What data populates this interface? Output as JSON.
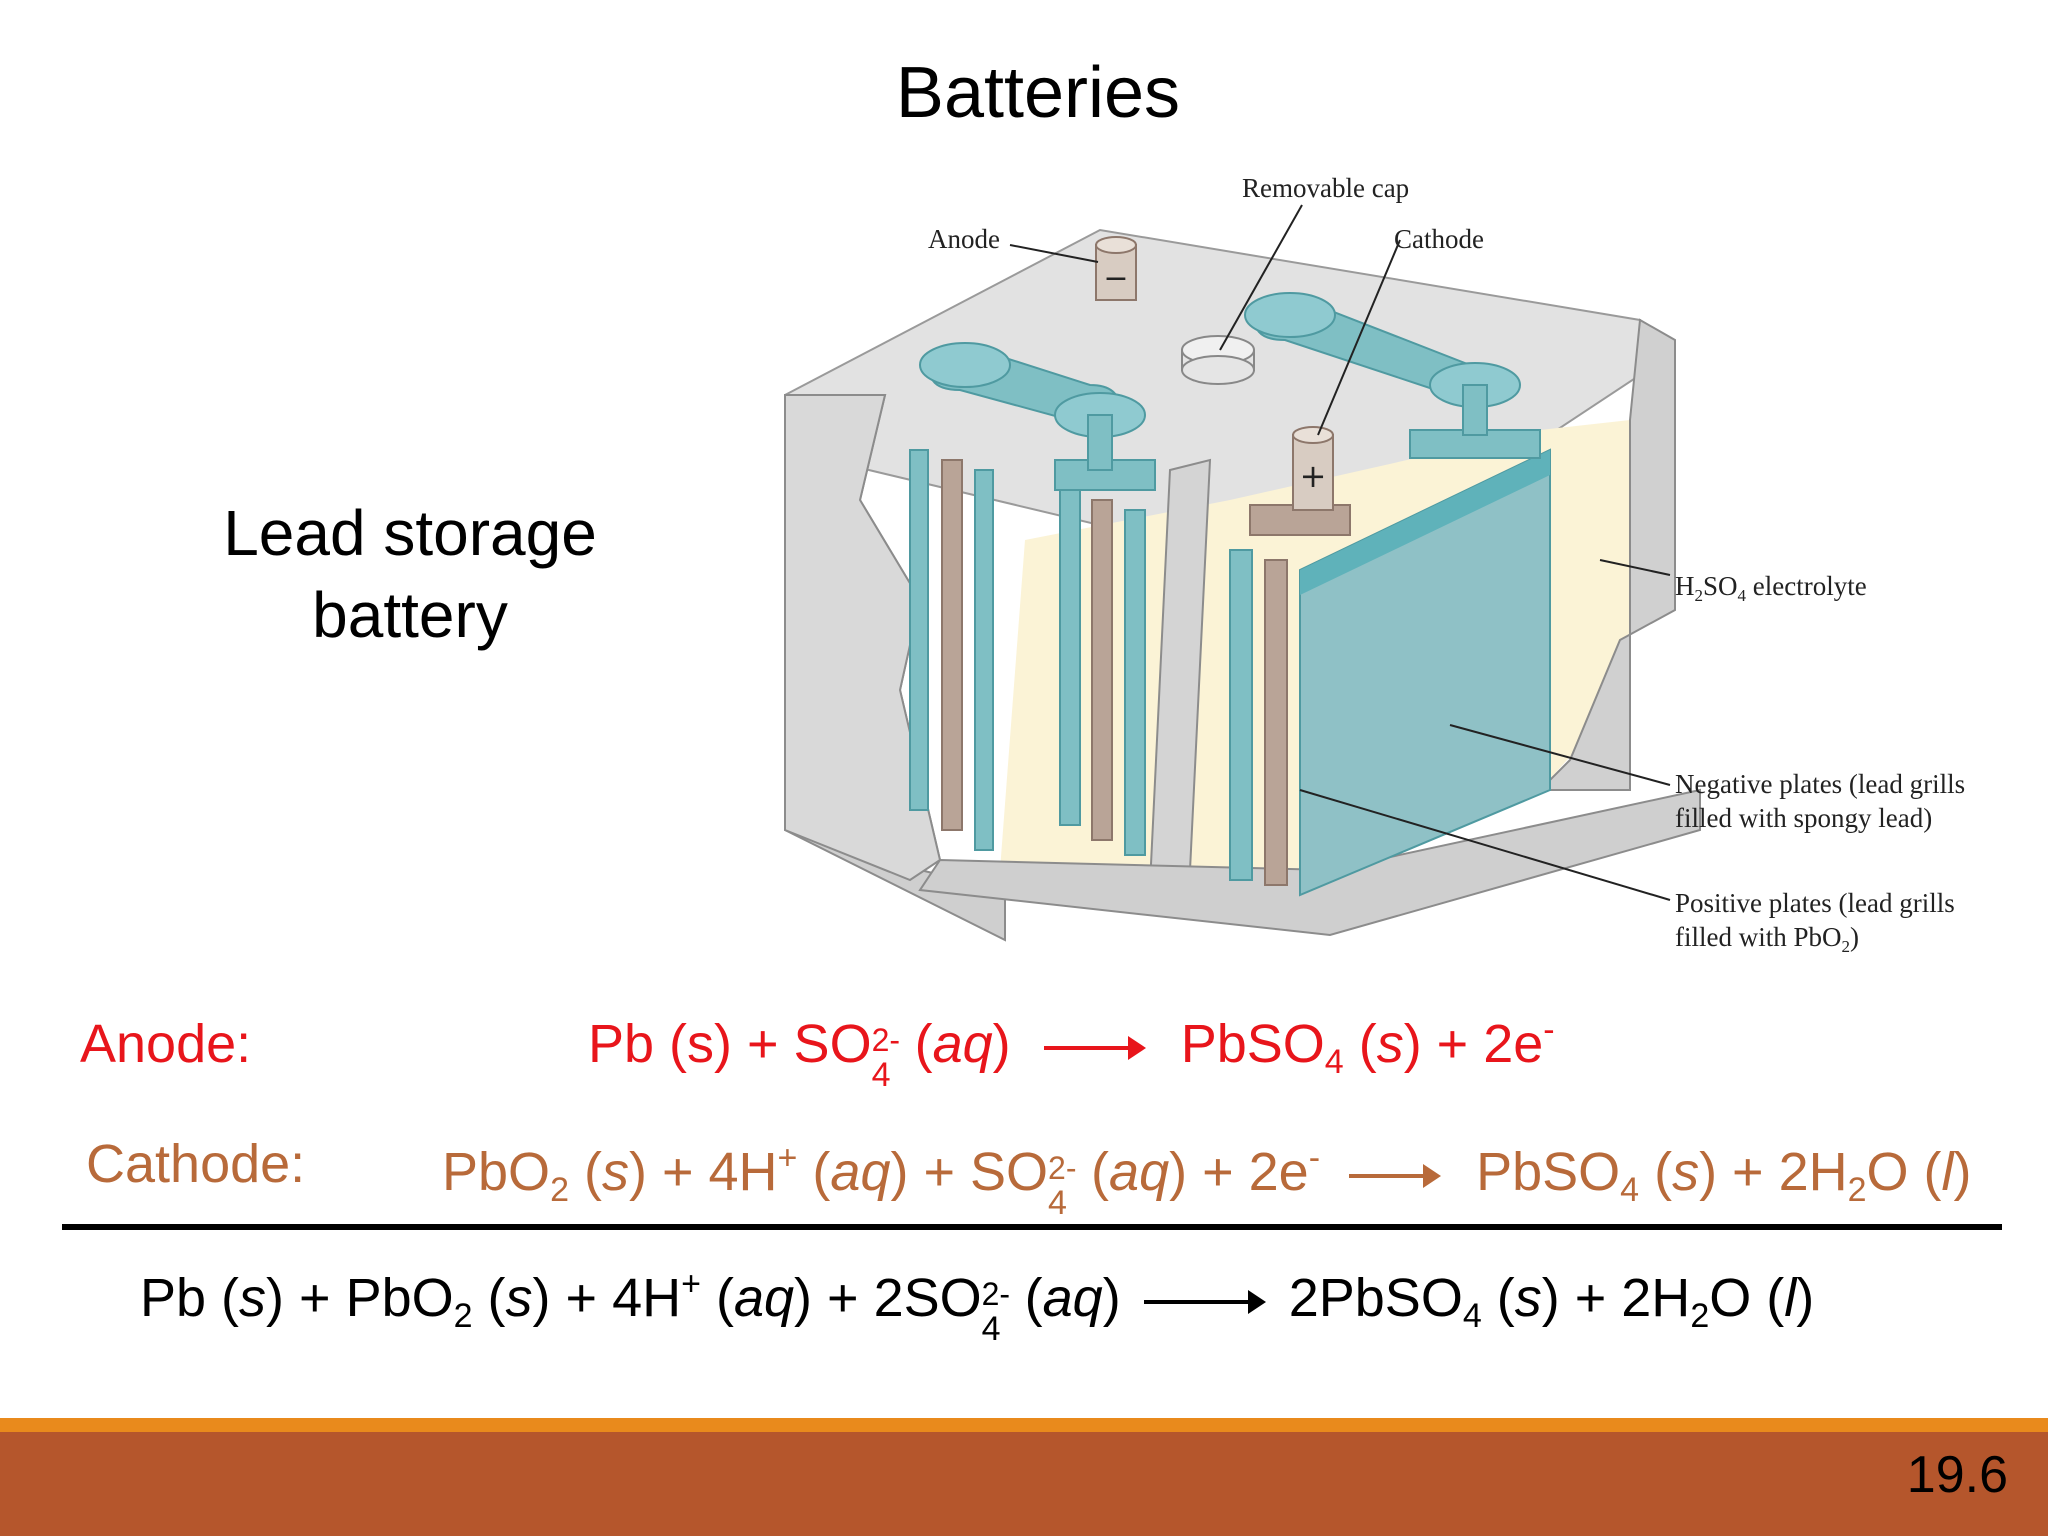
{
  "slide": {
    "title": "Batteries",
    "subtitle_lines": [
      "Lead storage",
      "battery"
    ],
    "page_number": "19.6"
  },
  "diagram": {
    "labels": {
      "removable_cap": "Removable cap",
      "anode": "Anode",
      "cathode": "Cathode",
      "electrolyte_main": "H",
      "electrolyte_sub1": "2",
      "electrolyte_mid": "SO",
      "electrolyte_sub2": "4",
      "electrolyte_tail": " electrolyte",
      "negative_line1": "Negative plates (lead grills",
      "negative_line2": "filled with spongy lead)",
      "positive_line1": "Positive plates (lead grills",
      "positive_line2_main": "filled with PbO",
      "positive_line2_sub": "2",
      "positive_line2_tail": ")"
    },
    "terminal_signs": {
      "negative": "−",
      "positive": "+"
    },
    "colors": {
      "plate_teal": "#7fbfc4",
      "plate_tan": "#b9a497",
      "case_gray": "#cfcfcf",
      "electrolyte": "#fbf3d6"
    }
  },
  "equations": {
    "anode": {
      "label": "Anode:",
      "left": {
        "pb": "Pb (s) + SO",
        "ion_charge": "2-",
        "ion_sub": "4",
        "phase": " (",
        "aq": "aq",
        "close": ")"
      },
      "right": {
        "pbso": "PbSO",
        "sub4": "4",
        "s_open": " (",
        "s": "s",
        "tail": ") + 2e",
        "sup": "-"
      },
      "color": "#e8151b"
    },
    "cathode": {
      "label": "Cathode:",
      "left": {
        "pbo": "PbO",
        "sub2": "2",
        "p1": " (",
        "s": "s",
        "p2": ") + 4H",
        "hplus": "+",
        "p3": " (",
        "aq1": "aq",
        "p4": ") + SO",
        "ion_charge": "2-",
        "ion_sub": "4",
        "p5": " (",
        "aq2": "aq",
        "p6": ") + 2e",
        "eminus": "-"
      },
      "right": {
        "pbso": "PbSO",
        "sub4": "4",
        "p1": " (",
        "s": "s",
        "p2": ") + 2H",
        "sub2": "2",
        "p3": "O (",
        "l": "l",
        "p4": ")"
      },
      "color": "#b86a3a"
    },
    "overall": {
      "left": {
        "pb": "Pb (",
        "s1": "s",
        "p1": ") + PbO",
        "sub2": "2",
        "p2": " (",
        "s2": "s",
        "p3": ") + 4H",
        "hplus": "+",
        "p4": " (",
        "aq1": "aq",
        "p5": ") + 2SO",
        "ion_charge": "2-",
        "ion_sub": "4",
        "p6": " (",
        "aq2": "aq",
        "p7": ")"
      },
      "right": {
        "pbso": "2PbSO",
        "sub4": "4",
        "p1": " (",
        "s": "s",
        "p2": ") + 2H",
        "sub2": "2",
        "p3": "O (",
        "l": "l",
        "p4": ")"
      },
      "color": "#000000"
    }
  }
}
